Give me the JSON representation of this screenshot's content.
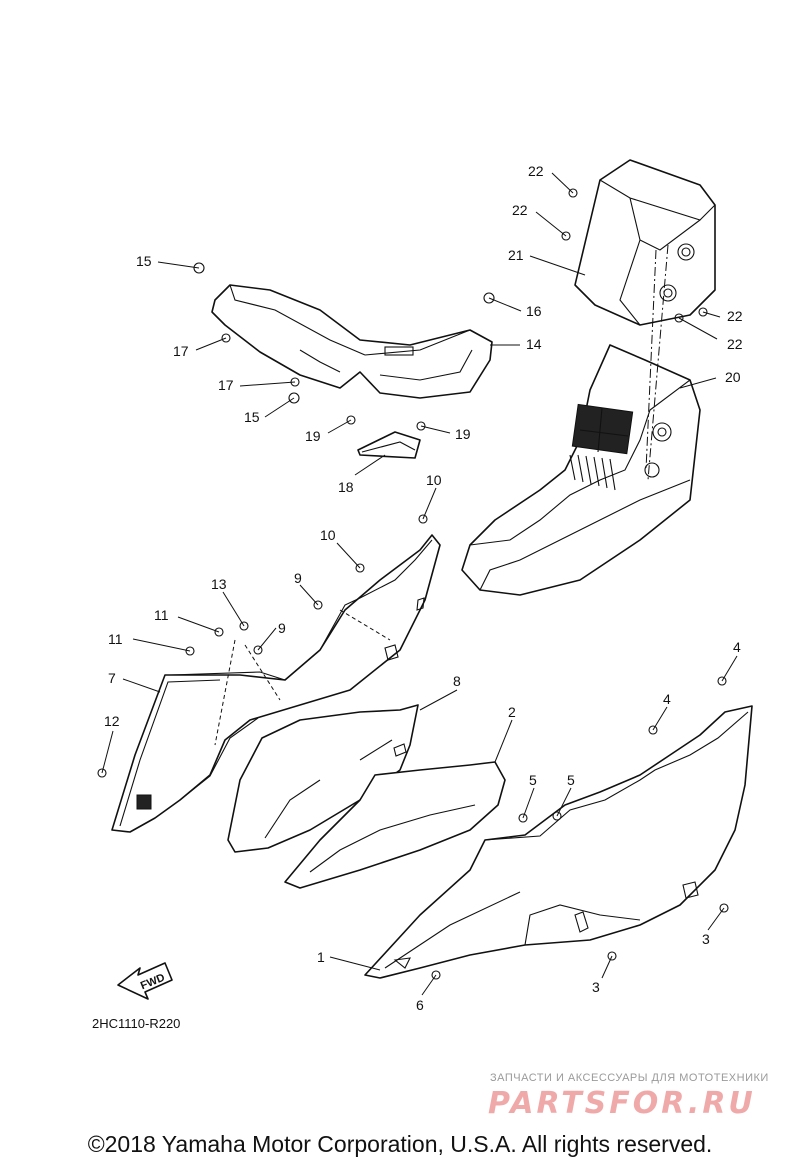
{
  "diagram": {
    "code": "2HC1110-R220",
    "fwd_label": "FWD",
    "copyright": "©2018 Yamaha Motor Corporation, U.S.A. All rights reserved.",
    "watermark": {
      "tagline": "ЗАПЧАСТИ И АКСЕССУАРЫ ДЛЯ МОТОТЕХНИКИ",
      "logo": "PARTSFOR.RU"
    },
    "callouts": {
      "c22a": "22",
      "c22b": "22",
      "c21": "21",
      "c22c": "22",
      "c22d": "22",
      "c15a": "15",
      "c16": "16",
      "c14": "14",
      "c17a": "17",
      "c17b": "17",
      "c15b": "15",
      "c20": "20",
      "c19a": "19",
      "c19b": "19",
      "c18": "18",
      "c10a": "10",
      "c10b": "10",
      "c9a": "9",
      "c13": "13",
      "c11a": "11",
      "c9b": "9",
      "c11b": "11",
      "c7": "7",
      "c12": "12",
      "c8": "8",
      "c2": "2",
      "c4a": "4",
      "c4b": "4",
      "c5a": "5",
      "c5b": "5",
      "c3a": "3",
      "c3b": "3",
      "c1": "1",
      "c6": "6"
    }
  }
}
